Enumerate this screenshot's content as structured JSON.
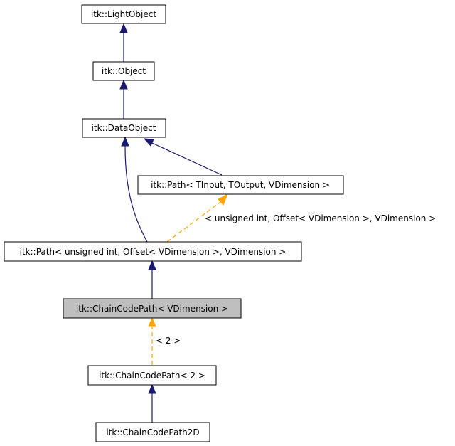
{
  "nodes": {
    "light_object": "itk::LightObject",
    "object": "itk::Object",
    "data_object": "itk::DataObject",
    "path_template": "itk::Path< TInput, TOutput, VDimension >",
    "path_instance": "itk::Path< unsigned int, Offset< VDimension >, VDimension >",
    "chain_code_path": "itk::ChainCodePath< VDimension >",
    "chain_code_path_2": "itk::ChainCodePath< 2 >",
    "chain_code_path_2d": "itk::ChainCodePath2D"
  },
  "edge_labels": {
    "path_template_args": "< unsigned int, Offset< VDimension >, VDimension >",
    "chain_code_args": "< 2 >"
  },
  "colors": {
    "inheritance": "#191970",
    "template_instance": "#ffa500",
    "highlight_fill": "#bfbfbf"
  }
}
